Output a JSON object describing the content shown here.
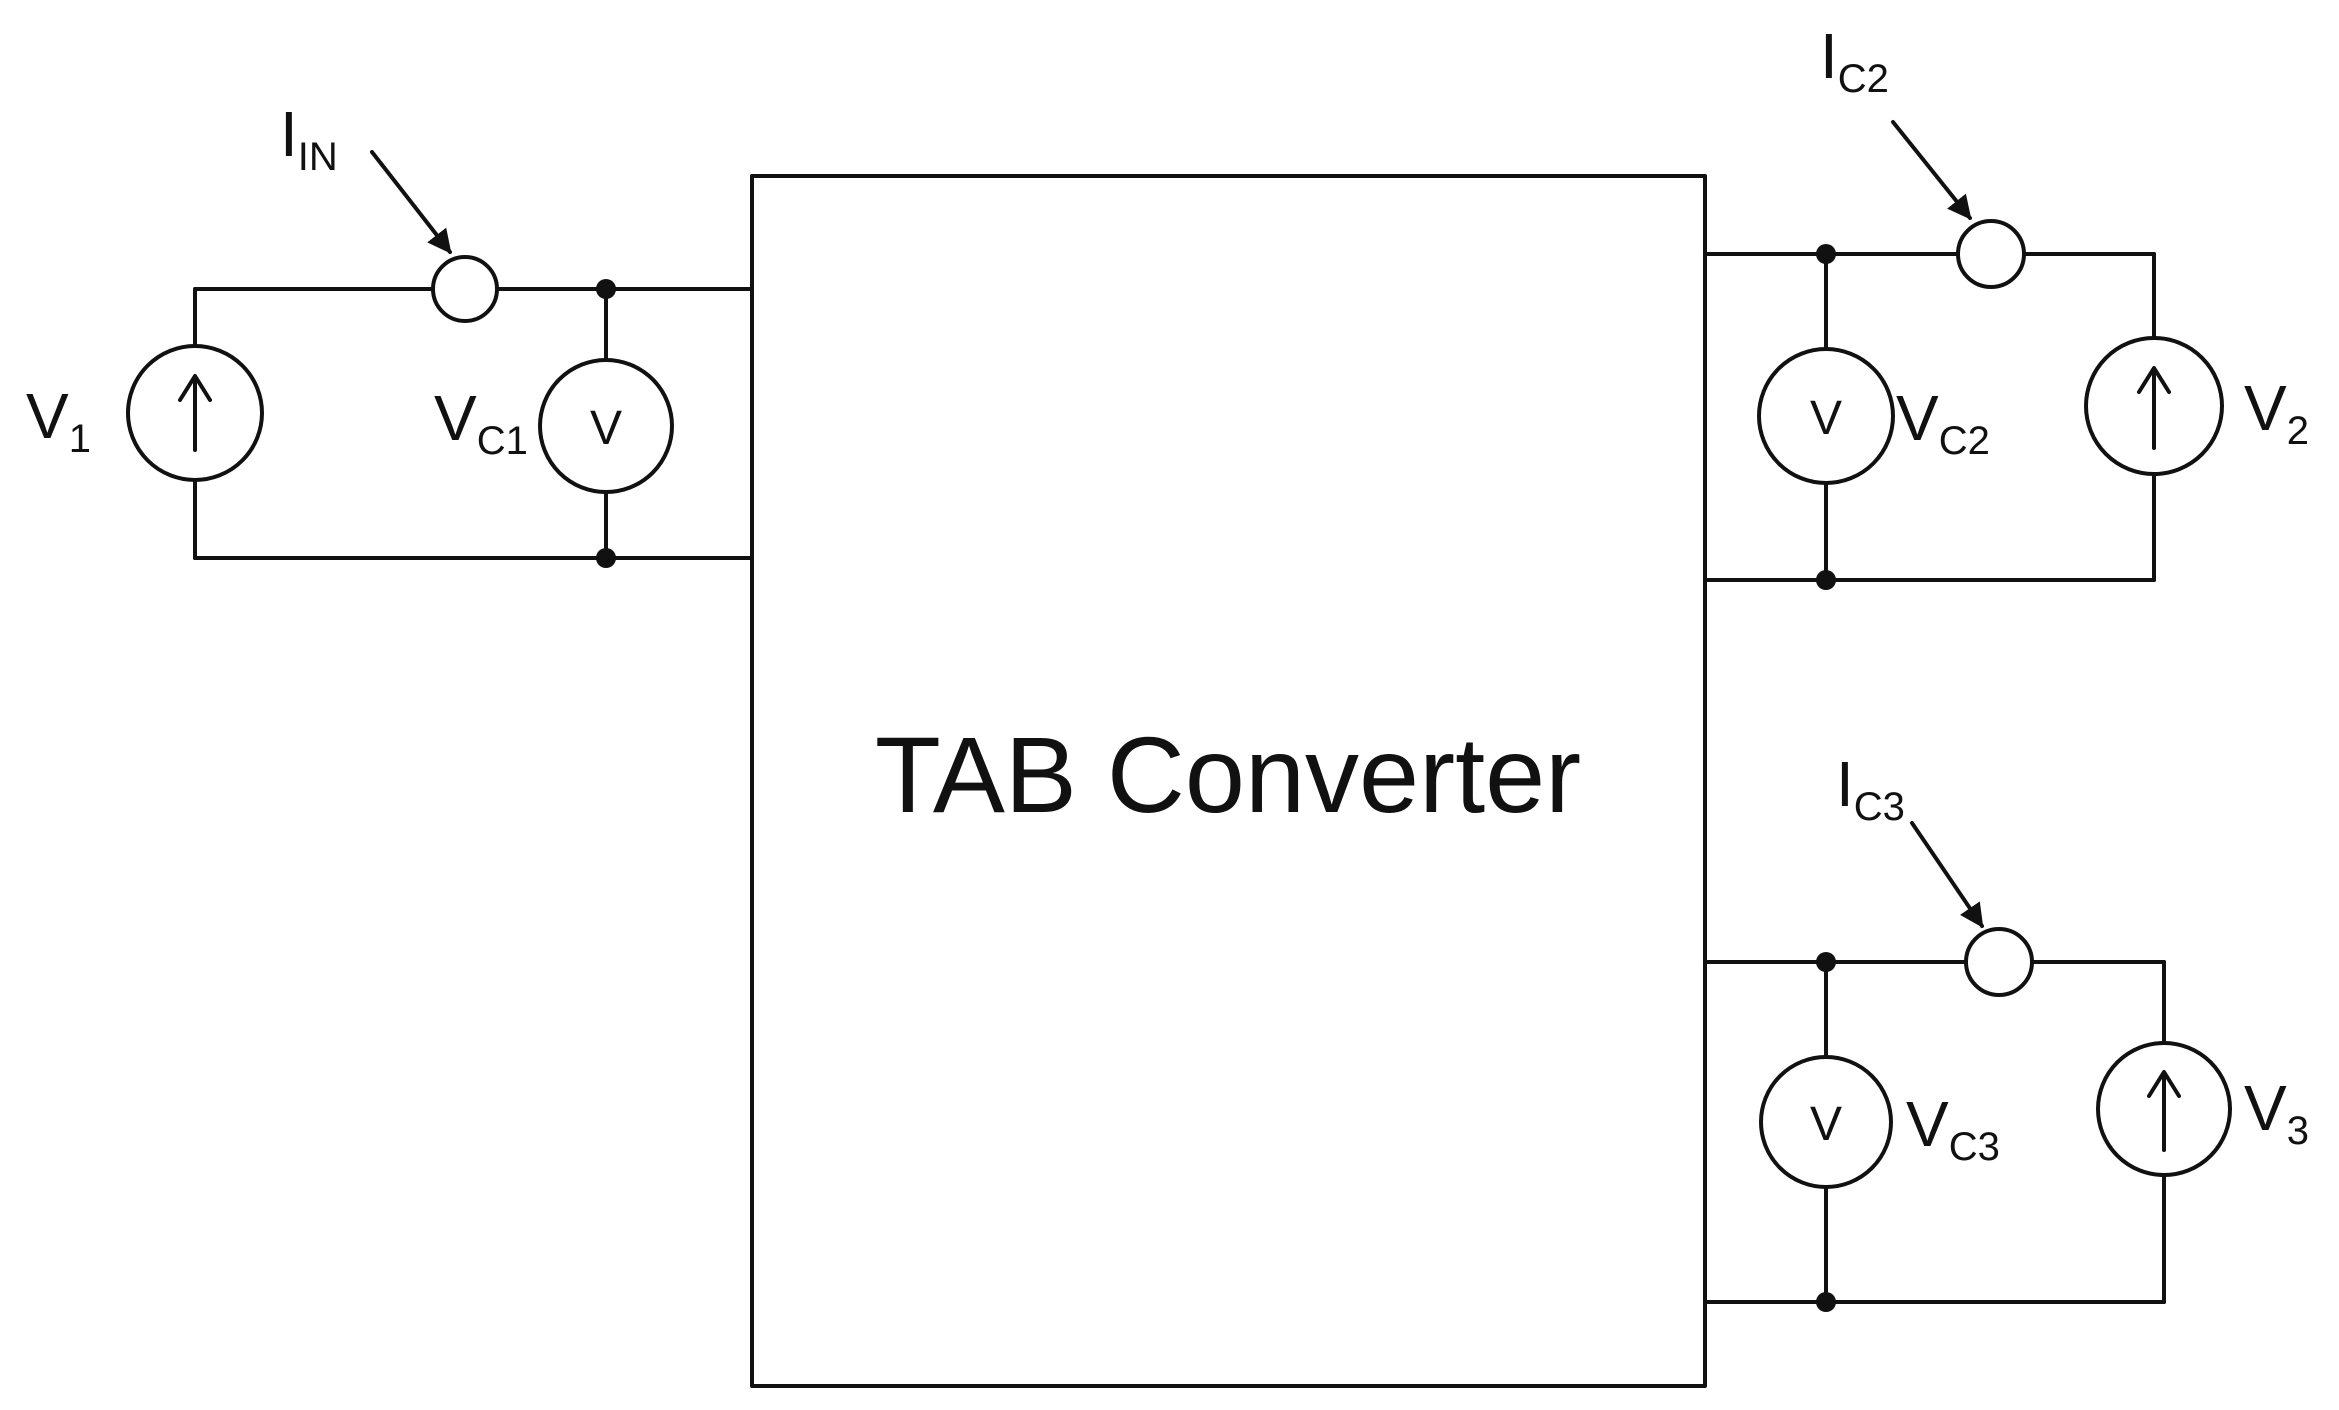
{
  "block": {
    "label": "TAB Converter"
  },
  "meter_glyph": "V",
  "labels": {
    "v1": {
      "main": "V",
      "sub": "1"
    },
    "vc1": {
      "main": "V",
      "sub": "C1"
    },
    "iin": {
      "main": "I",
      "sub": "IN"
    },
    "v2": {
      "main": "V",
      "sub": "2"
    },
    "vc2": {
      "main": "V",
      "sub": "C2"
    },
    "ic2": {
      "main": "I",
      "sub": "C2"
    },
    "v3": {
      "main": "V",
      "sub": "3"
    },
    "vc3": {
      "main": "V",
      "sub": "C3"
    },
    "ic3": {
      "main": "I",
      "sub": "C3"
    }
  },
  "colors": {
    "stroke": "#111111",
    "background": "#ffffff"
  }
}
